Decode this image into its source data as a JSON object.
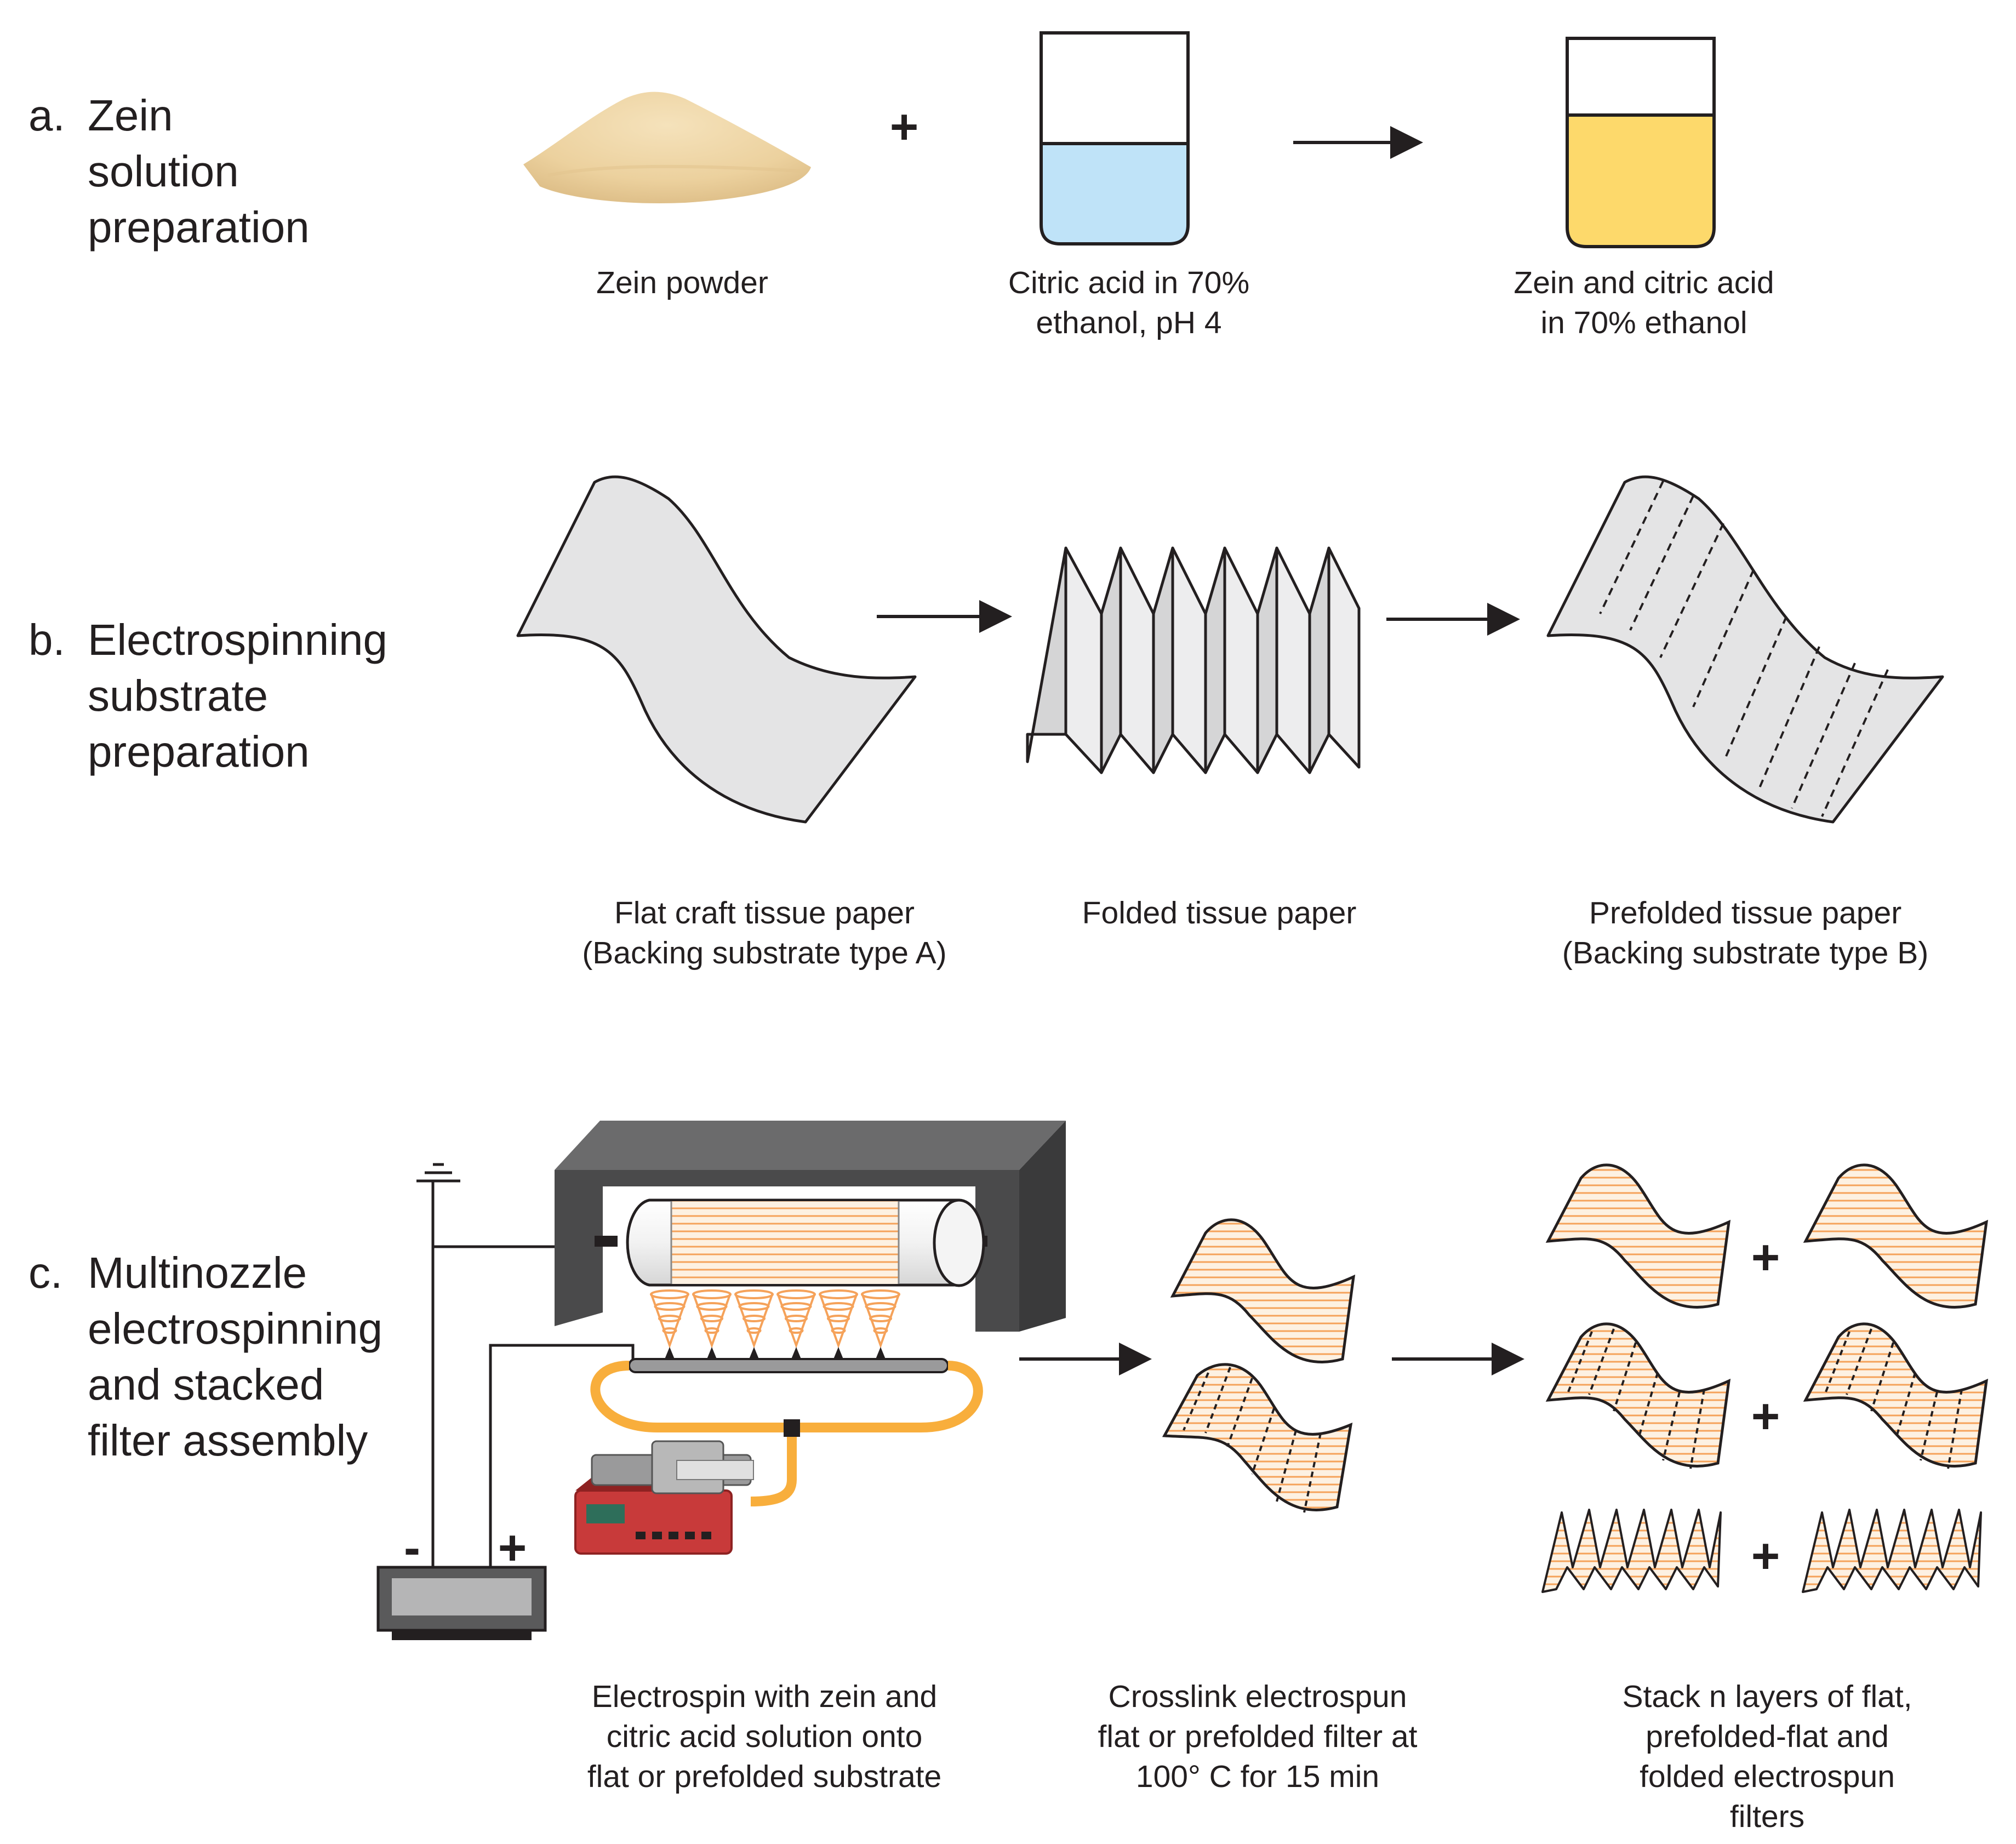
{
  "sections": {
    "a": {
      "letter": "a.",
      "title_lines": [
        "Zein",
        "solution",
        "preparation"
      ],
      "captions": {
        "powder": [
          "Zein powder"
        ],
        "acid": [
          "Citric acid in 70%",
          "ethanol, pH 4"
        ],
        "mix": [
          "Zein and citric acid",
          "in 70% ethanol"
        ]
      },
      "plus": "+"
    },
    "b": {
      "letter": "b.",
      "title_lines": [
        "Electrospinning",
        "substrate",
        "preparation"
      ],
      "captions": {
        "flat": [
          "Flat craft tissue paper",
          "(Backing substrate type A)"
        ],
        "folded": [
          "Folded tissue paper"
        ],
        "prefolded": [
          "Prefolded tissue paper",
          "(Backing substrate type B)"
        ]
      }
    },
    "c": {
      "letter": "c.",
      "title_lines": [
        "Multinozzle",
        "electrospinning",
        "and stacked",
        "filter assembly"
      ],
      "captions": {
        "electrospin": [
          "Electrospin with zein and",
          "citric acid solution onto",
          "flat or prefolded substrate"
        ],
        "crosslink": [
          "Crosslink electrospun",
          "flat or prefolded filter at",
          "100° C for 15 min"
        ],
        "stack": [
          "Stack n layers of flat,",
          "prefolded-flat and",
          "folded electrospun",
          "filters"
        ]
      },
      "power_minus": "-",
      "power_plus": "+",
      "stack_plus": "+"
    }
  },
  "colors": {
    "powder": "#ecd19e",
    "acid_liquid": "#bfe3f8",
    "mix_liquid": "#fdd96b",
    "paper": "#e4e4e5",
    "fiber": "#f5a25a",
    "tube": "#f8ae3c",
    "frame": "#4a4a4b",
    "pump": "#c83a3a"
  }
}
